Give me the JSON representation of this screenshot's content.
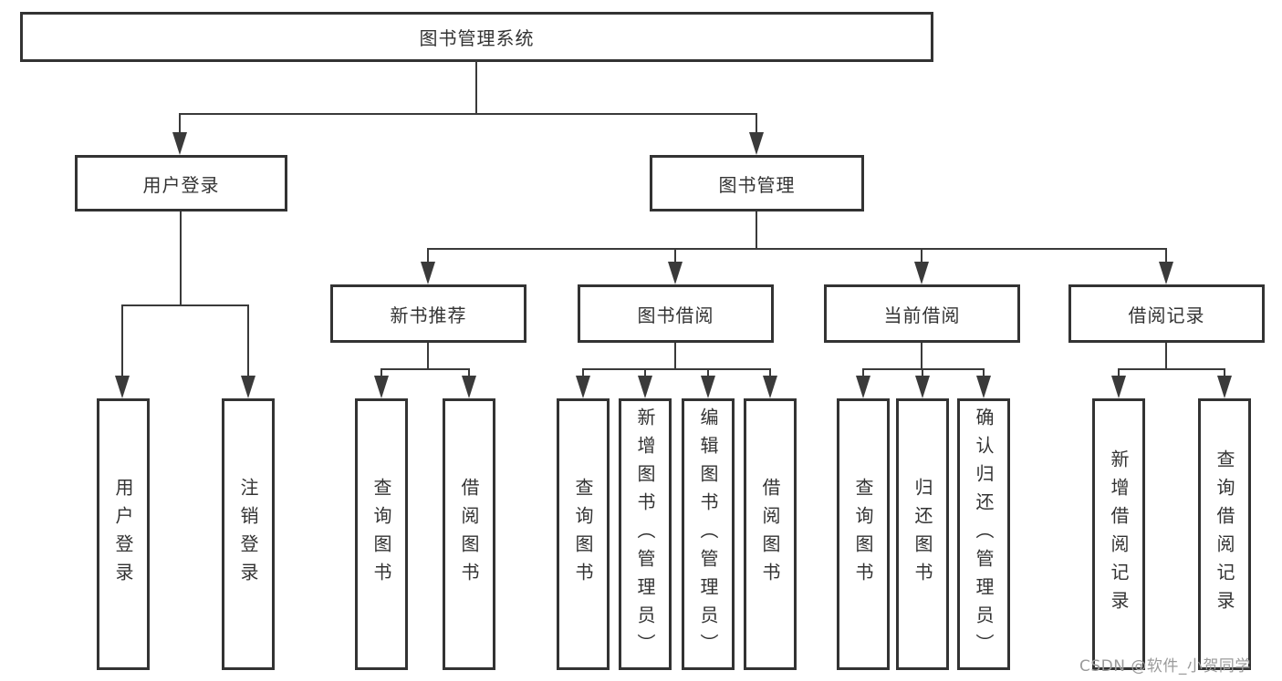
{
  "diagram": {
    "root": {
      "label": "图书管理系统"
    },
    "level2": [
      {
        "label": "用户登录"
      },
      {
        "label": "图书管理"
      }
    ],
    "level3": [
      {
        "label": "新书推荐"
      },
      {
        "label": "图书借阅"
      },
      {
        "label": "当前借阅"
      },
      {
        "label": "借阅记录"
      }
    ],
    "leaves": {
      "user_login": [
        "用户登录",
        "注销登录"
      ],
      "new_book": [
        "查询图书",
        "借阅图书"
      ],
      "book_borrow": [
        "查询图书",
        "新增图书（管理员）",
        "编辑图书（管理员）",
        "借阅图书"
      ],
      "current_borrow": [
        "查询图书",
        "归还图书",
        "确认归还（管理员）"
      ],
      "borrow_records": [
        "新增借阅记录",
        "查询借阅记录"
      ]
    }
  },
  "watermark": "CSDN @软件_小贺同学",
  "colors": {
    "line": "#3a3a3a",
    "border": "#333333",
    "text": "#333333",
    "watermark": "#9b9b9b",
    "background": "#ffffff"
  }
}
